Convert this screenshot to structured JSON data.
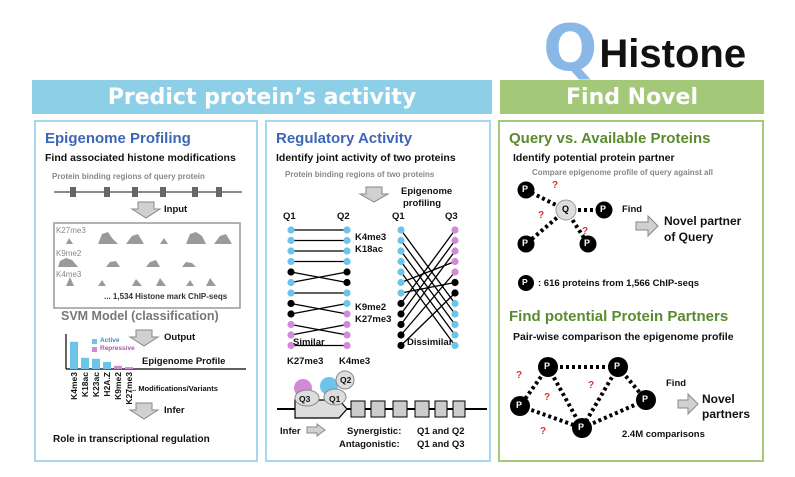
{
  "logo": {
    "q": "Q",
    "rest": "Histone"
  },
  "banners": {
    "left": "Predict protein’s activity",
    "right": "Find Novel"
  },
  "epi": {
    "title": "Epigenome Profiling",
    "subtitle": "Find associated histone modifications",
    "binding_label": "Protein binding regions of query protein",
    "input_label": "Input",
    "tracks": [
      "K27me3",
      "K9me2",
      "K4me3"
    ],
    "marks_count": "... 1,534 Histone mark ChIP-seqs",
    "svm_label": "SVM Model (classification)",
    "output_label": "Output",
    "legend_active": "Active",
    "legend_repressive": "Repressive",
    "profile_label": "Epigenome Profile",
    "bar_labels": [
      "K4me3",
      "K18ac",
      "K23ac",
      "H2A.Z",
      "K9me2",
      "K27me3"
    ],
    "modifications_label": "... Modifications/Variants",
    "infer_label": "Infer",
    "role_label": "Role in  transcriptional regulation"
  },
  "reg": {
    "title": "Regulatory Activity",
    "subtitle": "Identify joint activity of two proteins",
    "binding_label": "Protein binding regions of two proteins",
    "epigenome_label": "Epigenome",
    "profiling_label": "profiling",
    "q1": "Q1",
    "q2": "Q2",
    "q3": "Q3",
    "marks_top": [
      "K4me3",
      "K18ac"
    ],
    "marks_bottom": [
      "K9me2",
      "K27me3"
    ],
    "similar_label": "Similar",
    "dissimilar_label": "Dissimilar",
    "gene_k27": "K27me3",
    "gene_k4": "K4me3",
    "infer_label": "Infer",
    "synergistic_label": "Synergistic:",
    "synergistic_value": "Q1 and Q2",
    "antagonistic_label": "Antagonistic:",
    "antagonistic_value": "Q1 and Q3"
  },
  "query": {
    "title": "Query vs. Available Proteins",
    "subtitle": "Identify potential protein partner",
    "compare_label": "Compare epigenome profile of query against all",
    "node_p": "P",
    "node_q": "Q",
    "question": "?",
    "find_label": "Find",
    "novel_line1": "Novel partner",
    "novel_line2": "of Query",
    "legend_label": ": 616 proteins from 1,566 ChIP-seqs"
  },
  "partners": {
    "title": "Find potential Protein Partners",
    "subtitle": "Pair-wise comparison the epigenome profile",
    "find_label": "Find",
    "novel_line1": "Novel",
    "novel_line2": "partners",
    "comparisons": "2.4M comparisons"
  },
  "colors": {
    "blue_banner": "#8ecfe8",
    "green_banner": "#a3c878",
    "blue_heading": "#3e66b6",
    "green_heading": "#5a8c2f",
    "active": "#6cc4e8",
    "repressive": "#d28ad8",
    "logo_q": "#8ab8e6"
  },
  "chart_data": {
    "type": "bar",
    "title": "Epigenome Profile",
    "categories": [
      "K4me3",
      "K18ac",
      "K23ac",
      "H2A.Z",
      "K9me2",
      "K27me3"
    ],
    "values": [
      0.85,
      0.35,
      0.32,
      0.22,
      0.1,
      0.06
    ],
    "groups": [
      "active",
      "active",
      "active",
      "active",
      "repressive",
      "repressive"
    ]
  }
}
